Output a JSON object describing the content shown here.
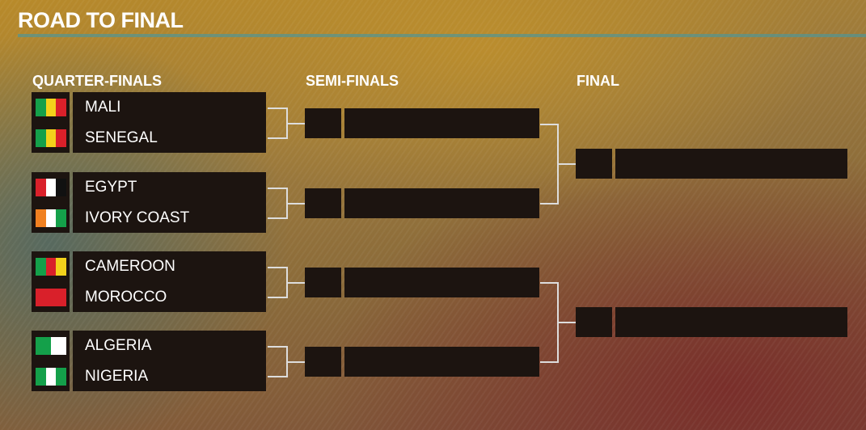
{
  "title": "ROAD TO FINAL",
  "headers": {
    "quarter_finals": "QUARTER-FINALS",
    "semi_finals": "SEMI-FINALS",
    "final": "FINAL"
  },
  "quarter_finals": [
    {
      "teams": [
        {
          "name": "MALI",
          "flag": [
            "#14a04a",
            "#f3d21b",
            "#d9202a"
          ]
        },
        {
          "name": "SENEGAL",
          "flag": [
            "#14a04a",
            "#f3d21b",
            "#d9202a"
          ]
        }
      ]
    },
    {
      "teams": [
        {
          "name": "EGYPT",
          "flag": [
            "#d9202a",
            "#ffffff",
            "#111111"
          ]
        },
        {
          "name": "IVORY COAST",
          "flag": [
            "#f08020",
            "#ffffff",
            "#14a04a"
          ]
        }
      ]
    },
    {
      "teams": [
        {
          "name": "CAMEROON",
          "flag": [
            "#14a04a",
            "#d9202a",
            "#f3d21b"
          ]
        },
        {
          "name": "MOROCCO",
          "flag": [
            "#d9202a",
            "#d9202a",
            "#d9202a"
          ]
        }
      ]
    },
    {
      "teams": [
        {
          "name": "ALGERIA",
          "flag": [
            "#14a04a",
            "#ffffff"
          ]
        },
        {
          "name": "NIGERIA",
          "flag": [
            "#14a04a",
            "#ffffff",
            "#14a04a"
          ]
        }
      ]
    }
  ]
}
